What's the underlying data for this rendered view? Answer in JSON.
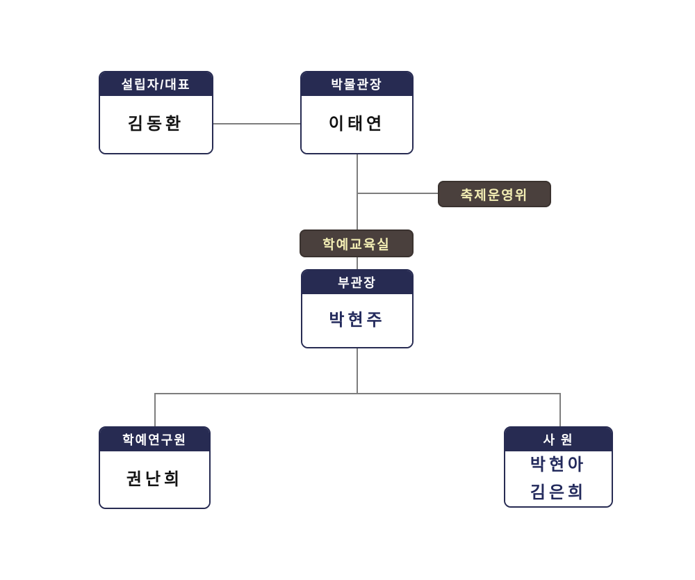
{
  "chart": {
    "type": "org-chart",
    "title": "",
    "nodes": {
      "founder": {
        "role": "설립자/대표",
        "name": "김동환"
      },
      "museum_director": {
        "role": "박물관장",
        "name": "이태연"
      },
      "festival_committee": {
        "label": "축제운영위"
      },
      "curation_education_office": {
        "label": "학예교육실"
      },
      "deputy_director": {
        "role": "부관장",
        "name": "박현주"
      },
      "curator_researcher": {
        "role": "학예연구원",
        "name": "권난희"
      },
      "staff": {
        "role": "사 원",
        "names": [
          "박현아",
          "김은희"
        ]
      }
    },
    "hierarchy": {
      "founder_peers_with": "museum_director",
      "museum_director_children": [
        "festival_committee",
        "curation_education_office",
        "deputy_director"
      ],
      "deputy_director_children": [
        "curator_researcher",
        "staff"
      ]
    },
    "colors": {
      "node_header_bg": "#272b52",
      "node_border": "#272b52",
      "node_body_bg": "#ffffff",
      "node_header_text": "#ffffff",
      "tag_bg": "#4a403d",
      "tag_text": "#f3eeb4",
      "connector": "#7d7d7d",
      "name_dark": "#121212",
      "name_navy": "#232a5c",
      "page_bg": "#ffffff"
    }
  }
}
